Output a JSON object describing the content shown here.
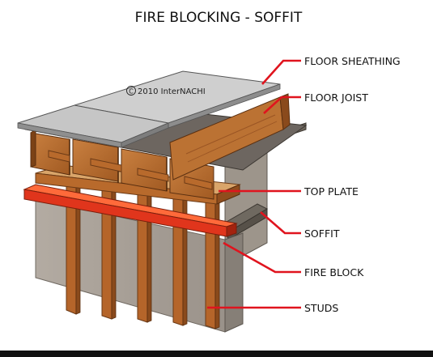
{
  "title": "FIRE BLOCKING - SOFFIT",
  "copyright": "2010  InterNACHI",
  "copyright_symbol": "C",
  "callouts": {
    "floor_sheathing": "FLOOR SHEATHING",
    "floor_joist": "FLOOR JOIST",
    "top_plate": "TOP PLATE",
    "soffit": "SOFFIT",
    "fire_block": "FIRE BLOCK",
    "studs": "STUDS"
  },
  "colors": {
    "leader": "#e0141e",
    "fire_block": "#e03a1e",
    "wood": "#b86a2c",
    "wall_board": "#a59e95",
    "sheathing": "#c9c9c9",
    "bottom_bar": "#111111"
  }
}
